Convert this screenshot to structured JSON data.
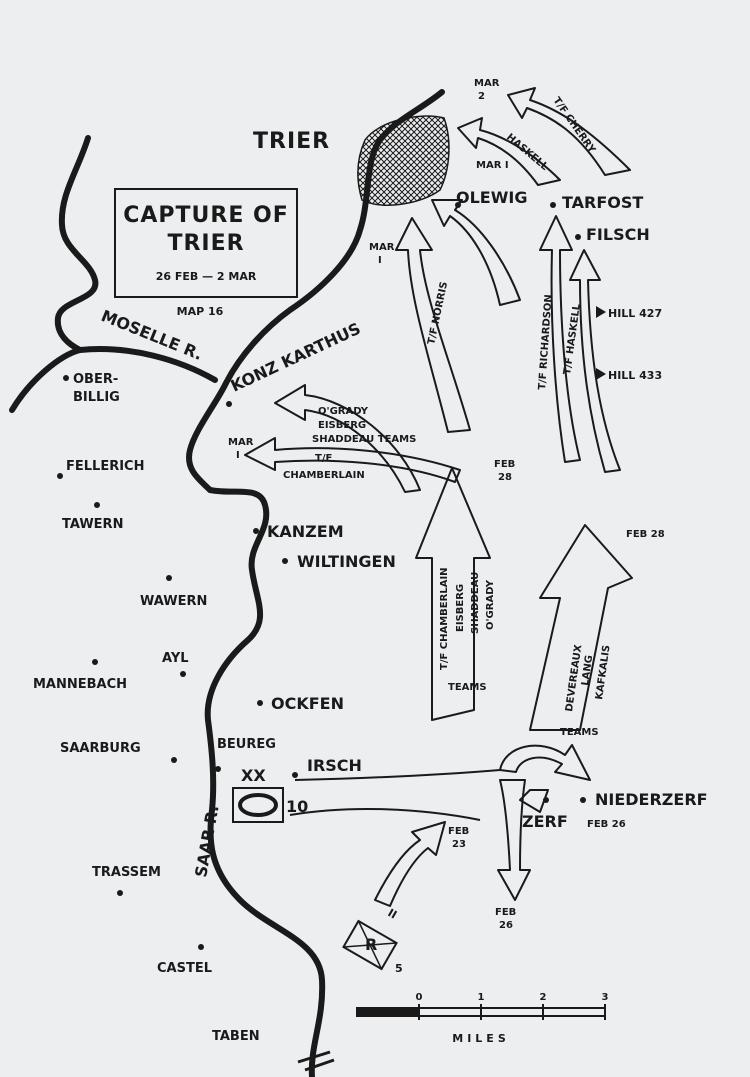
{
  "title_box": {
    "title_line1": "CAPTURE OF",
    "title_line2": "TRIER",
    "date_range": "26 FEB — 2 MAR",
    "map_number": "MAP 16"
  },
  "colors": {
    "ink": "#1a1a1a",
    "paper": "#eceef0"
  },
  "cities": {
    "trier": "TRIER"
  },
  "rivers": {
    "moselle": "MOSELLE R.",
    "saar": "SAAR R."
  },
  "towns": {
    "oberbillig_1": "OBER-",
    "oberbillig_2": "BILLIG",
    "fellerich": "FELLERICH",
    "tawern": "TAWERN",
    "wawern": "WAWERN",
    "ayl": "AYL",
    "mannebach": "MANNEBACH",
    "saarburg": "SAARBURG",
    "beureg": "BEUREG",
    "irsch": "IRSCH",
    "trassem": "TRASSEM",
    "castel": "CASTEL",
    "taben": "TABEN",
    "kanzem": "KANZEM",
    "wiltingen": "WILTINGEN",
    "ockfen": "OCKFEN",
    "konz_karthus": "KONZ KARTHUS",
    "olewig": "OLEWIG",
    "tarfost": "TARFOST",
    "filsch": "FILSCH",
    "zerf": "ZERF",
    "niederzerf": "NIEDERZERF",
    "hill_427": "HILL 427",
    "hill_433": "HILL 433"
  },
  "dates": {
    "mar2_a": "MAR",
    "mar2_b": "2",
    "mar1_trier": "MAR I",
    "mar1_a": "MAR",
    "mar1_b": "I",
    "mar1_konz_a": "MAR",
    "mar1_konz_b": "I",
    "feb28_a": "FEB",
    "feb28_b": "28",
    "feb28_right": "FEB 28",
    "feb26_zerf": "FEB 26",
    "feb23_a": "FEB",
    "feb23_b": "23",
    "feb26_a": "FEB",
    "feb26_b": "26"
  },
  "units": {
    "tf_cherry": "T/F CHERRY",
    "haskell_top": "HASKELL",
    "tf_norris": "T/F NORRIS",
    "tf_richardson": "T/F RICHARDSON",
    "tf_haskell": "T/F HASKELL",
    "ogrady_top": "O'GRADY",
    "eisberg_top": "EISBERG",
    "shaddeau_teams": "SHADDEAU TEAMS",
    "tf_top": "T/F",
    "chamberlain_top": "CHAMBERLAIN",
    "tf_chamberlain": "T/F CHAMBERLAIN",
    "eisberg": "EISBERG",
    "shaddeau": "SHADDEAU",
    "ogrady": "O'GRADY",
    "teams_left": "TEAMS",
    "devereaux": "DEVEREAUX",
    "lang": "LANG",
    "kafkalis": "KAFKALIS",
    "teams_right": "TEAMS",
    "division_xx": "XX",
    "division_num": "10",
    "unit_ii": "II",
    "unit_r": "R",
    "unit_num": "5"
  },
  "scale": {
    "ticks": [
      "0",
      "1",
      "2",
      "3"
    ],
    "unit": "MILES"
  }
}
